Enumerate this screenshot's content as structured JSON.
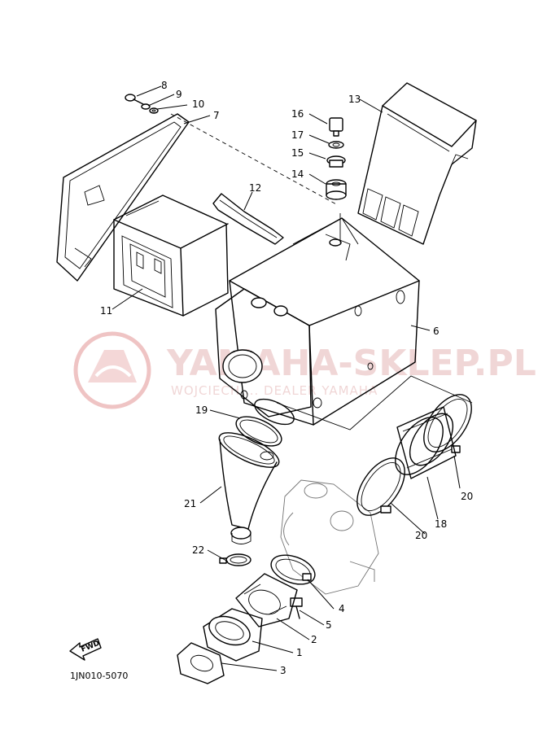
{
  "diagram": {
    "callouts": [
      "1",
      "2",
      "3",
      "4",
      "5",
      "6",
      "7",
      "8",
      "9",
      "10",
      "11",
      "12",
      "13",
      "14",
      "15",
      "16",
      "17",
      "18",
      "19",
      "20",
      "21",
      "22"
    ],
    "second_callout_20": "20",
    "diagram_code": "1JN010-5070",
    "fwd_label": "FWD"
  },
  "watermark": {
    "title": "YAMAHA-SKLEP.PL",
    "subtitle": "WOJCIECH ... DEALER YAMAHA",
    "color": "#e5b6b6"
  }
}
